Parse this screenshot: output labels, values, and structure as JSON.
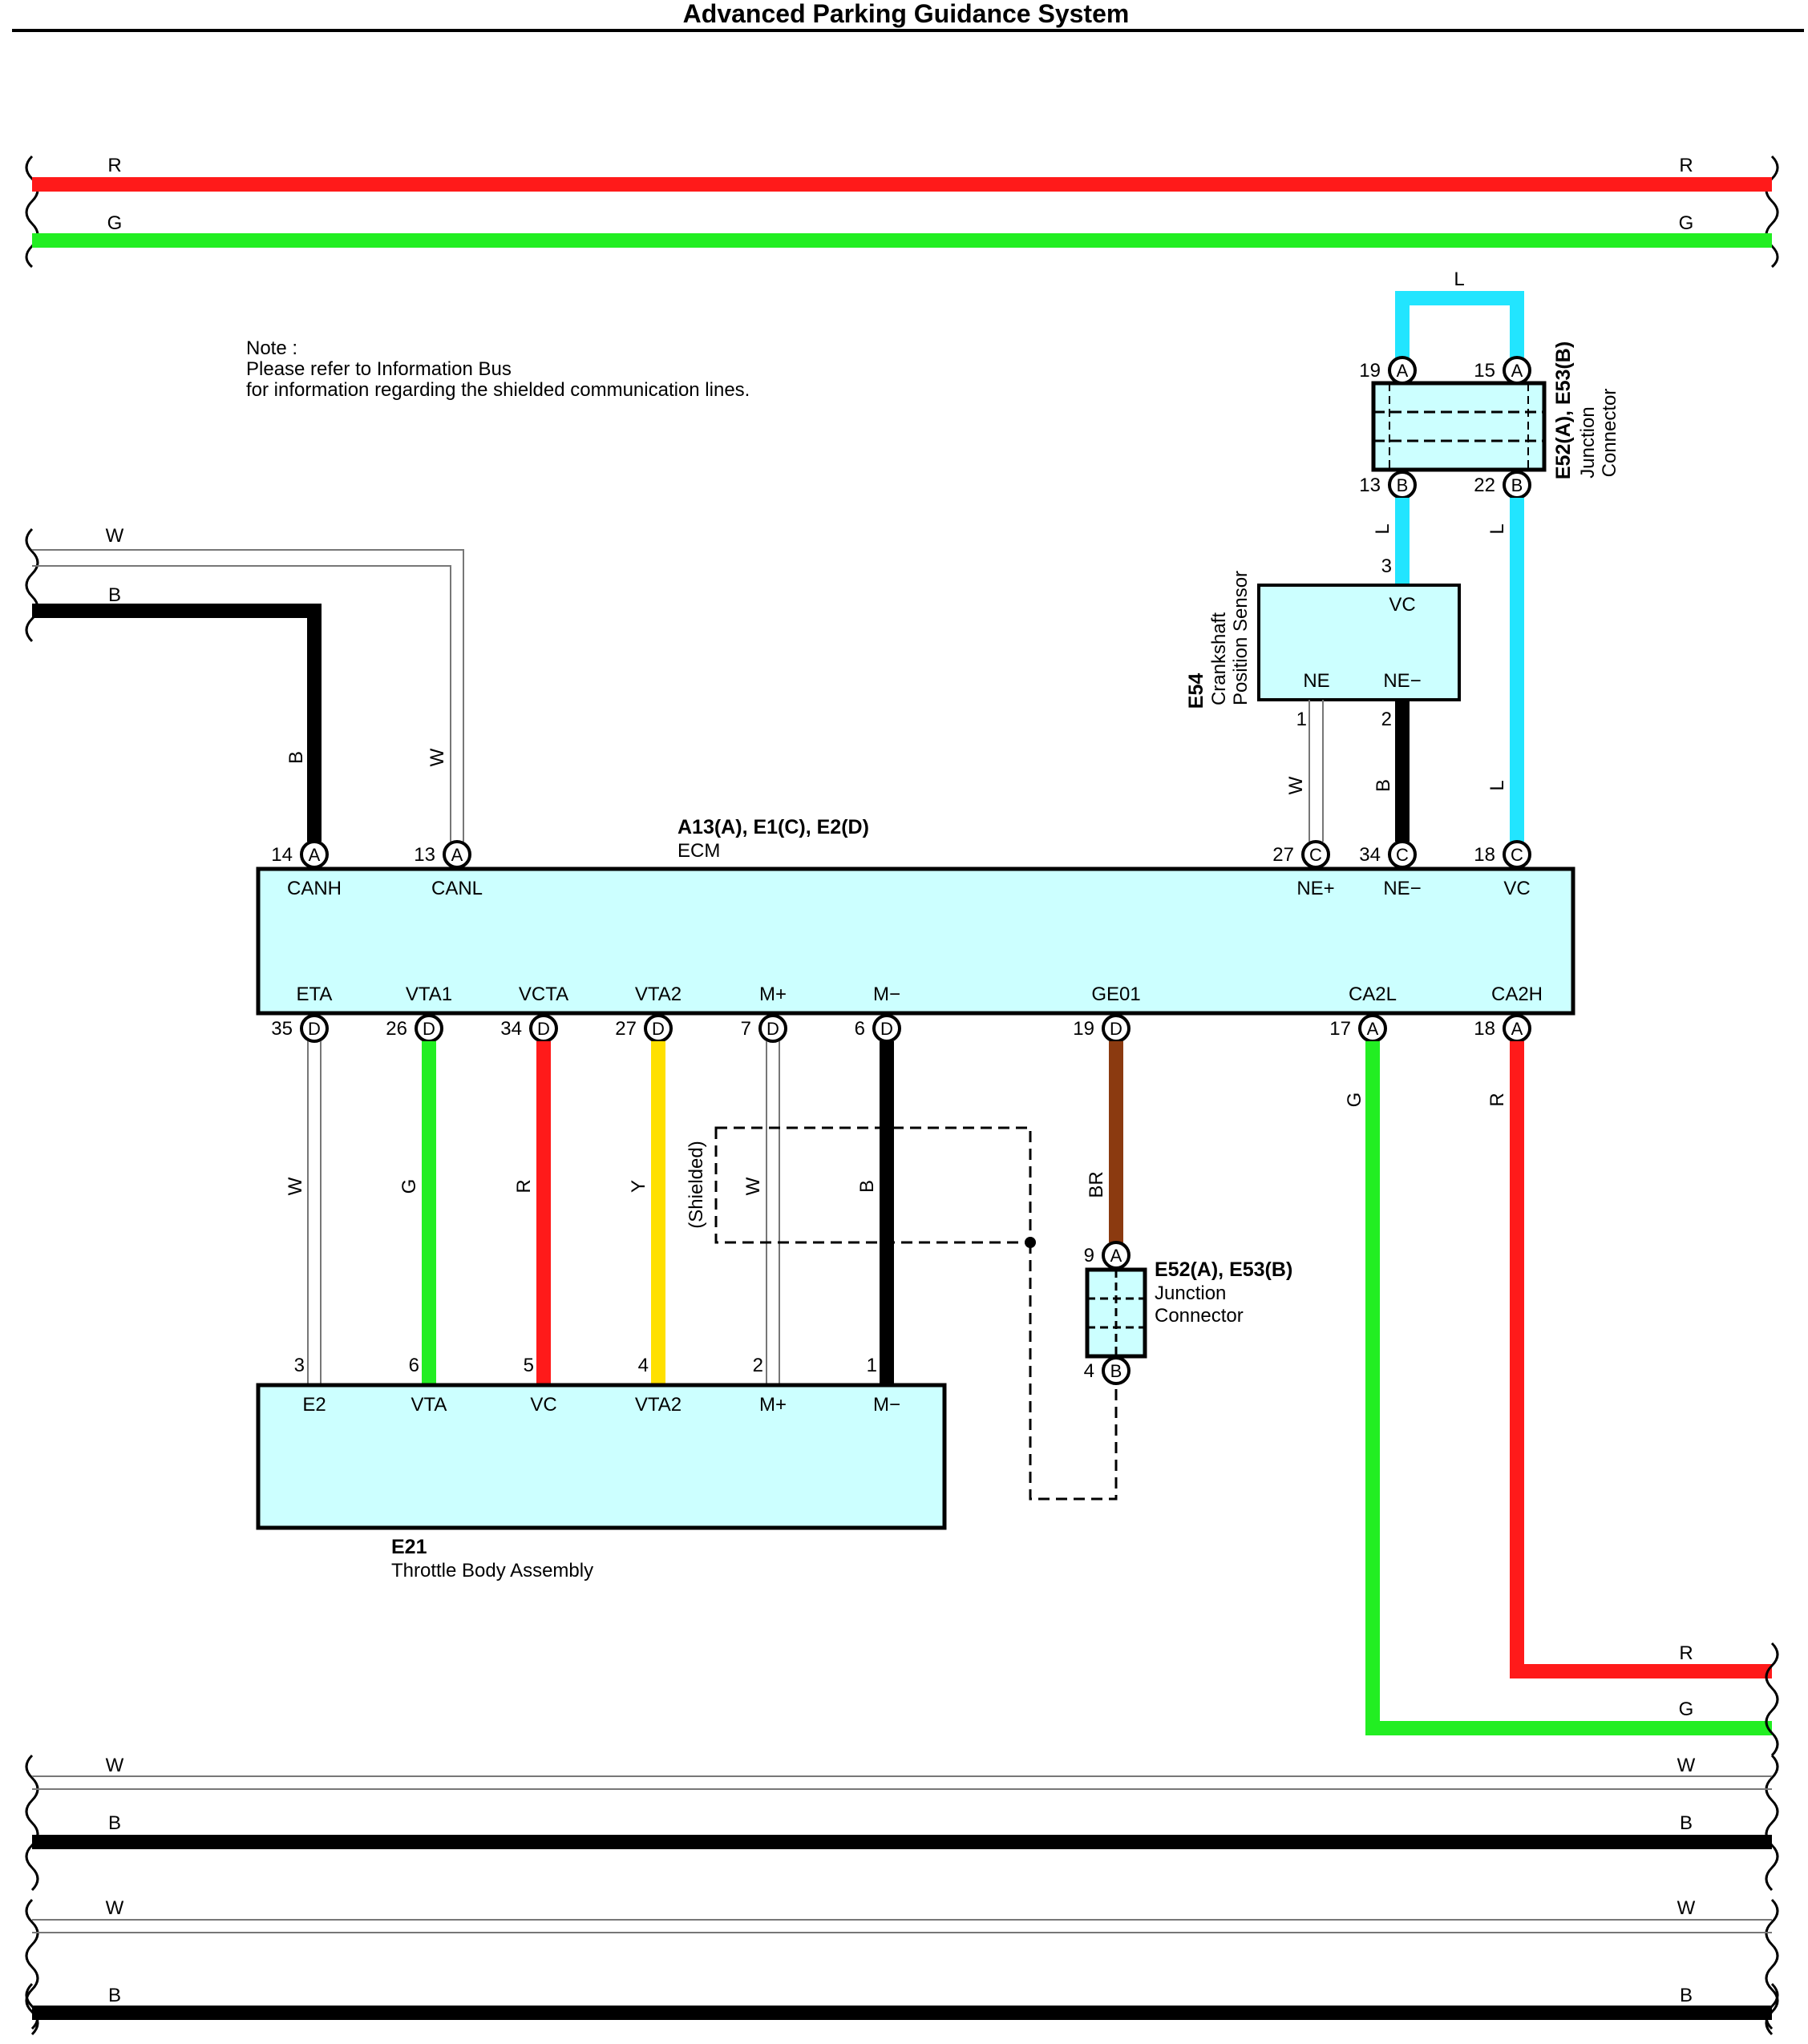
{
  "page": {
    "title": "Advanced Parking Guidance System"
  },
  "colors": {
    "red": "#ff1a1a",
    "green": "#22ee22",
    "blue": "#22e5ff",
    "yellow": "#ffe000",
    "brown": "#8b3a10",
    "black": "#000000",
    "component_fill": "#ccffff"
  },
  "note": {
    "line1": "Note :",
    "line2": "Please refer to Information Bus",
    "line3": "for information regarding the shielded communication lines."
  },
  "top_bus": {
    "red_wire": "R",
    "green_wire": "G"
  },
  "ecm": {
    "code": "A13(A), E1(C), E2(D)",
    "name": "ECM",
    "top_pins": [
      {
        "no": "14",
        "conn": "A",
        "name": "CANH",
        "wire": "B"
      },
      {
        "no": "13",
        "conn": "A",
        "name": "CANL",
        "wire": "W"
      },
      {
        "no": "27",
        "conn": "C",
        "name": "NE+",
        "wire": "W"
      },
      {
        "no": "34",
        "conn": "C",
        "name": "NE−",
        "wire": "B"
      },
      {
        "no": "18",
        "conn": "C",
        "name": "VC",
        "wire": "L"
      }
    ],
    "bottom_pins": [
      {
        "no": "35",
        "conn": "D",
        "name": "ETA",
        "wire": "W"
      },
      {
        "no": "26",
        "conn": "D",
        "name": "VTA1",
        "wire": "G"
      },
      {
        "no": "34",
        "conn": "D",
        "name": "VCTA",
        "wire": "R"
      },
      {
        "no": "27",
        "conn": "D",
        "name": "VTA2",
        "wire": "Y"
      },
      {
        "no": "7",
        "conn": "D",
        "name": "M+",
        "wire": "W"
      },
      {
        "no": "6",
        "conn": "D",
        "name": "M−",
        "wire": "B"
      },
      {
        "no": "19",
        "conn": "D",
        "name": "GE01",
        "wire": "BR"
      },
      {
        "no": "17",
        "conn": "A",
        "name": "CA2L",
        "wire": "G"
      },
      {
        "no": "18",
        "conn": "A",
        "name": "CA2H",
        "wire": "R"
      }
    ]
  },
  "can_input": {
    "white_wire": "W",
    "black_wire": "B"
  },
  "crank_sensor": {
    "code": "E54",
    "name_line1": "Crankshaft",
    "name_line2": "Position Sensor",
    "vc": "VC",
    "vc_pin": "3",
    "ne": "NE",
    "ne_pin": "1",
    "ne_minus": "NE−",
    "ne_minus_pin": "2"
  },
  "junction_top": {
    "code": "E52(A), E53(B)",
    "name_line1": "Junction",
    "name_line2": "Connector",
    "wire_top": "L",
    "wire_left": "L",
    "wire_right": "L",
    "pins": [
      {
        "no": "19",
        "conn": "A"
      },
      {
        "no": "15",
        "conn": "A"
      },
      {
        "no": "13",
        "conn": "B"
      },
      {
        "no": "22",
        "conn": "B"
      }
    ]
  },
  "junction_mid": {
    "code": "E52(A), E53(B)",
    "name_line1": "Junction",
    "name_line2": "Connector",
    "pin_top": {
      "no": "9",
      "conn": "A"
    },
    "pin_bottom": {
      "no": "4",
      "conn": "B"
    }
  },
  "shielded": "(Shielded)",
  "throttle": {
    "code": "E21",
    "name": "Throttle Body Assembly",
    "pins": [
      {
        "no": "3",
        "name": "E2"
      },
      {
        "no": "6",
        "name": "VTA"
      },
      {
        "no": "5",
        "name": "VC"
      },
      {
        "no": "4",
        "name": "VTA2"
      },
      {
        "no": "2",
        "name": "M+"
      },
      {
        "no": "1",
        "name": "M−"
      }
    ]
  },
  "right_out": {
    "red_wire": "R",
    "green_wire": "G"
  },
  "bottom_bus": [
    {
      "wire": "W"
    },
    {
      "wire": "B"
    },
    {
      "wire": "W"
    },
    {
      "wire": "B"
    }
  ]
}
